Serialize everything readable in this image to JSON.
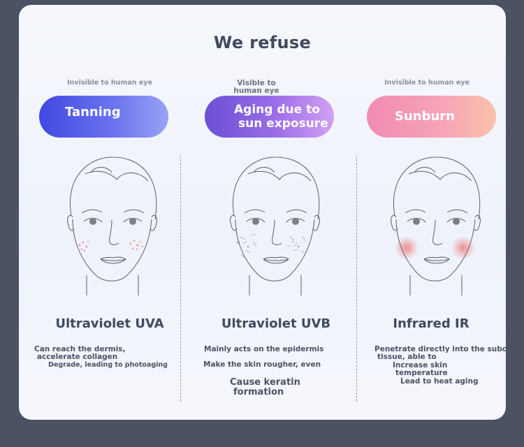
{
  "title": "We refuse",
  "columns": [
    {
      "visibility": "Invisible to human eye",
      "pill_label": "Tanning",
      "ray_name": "Ultraviolet UVA",
      "descriptions": [
        "Can reach the dermis,",
        "accelerate collagen",
        "Degrade, leading to photoaging"
      ],
      "colors": {
        "pill_start": "#4148e3",
        "pill_end": "#97a2f6",
        "marks": "#e36a6a"
      }
    },
    {
      "visibility_lines": [
        "Visible to",
        "human eye"
      ],
      "pill_lines": [
        "Aging due to",
        "sun exposure"
      ],
      "ray_name": "Ultraviolet UVB",
      "descriptions": [
        "Mainly acts on the epidermis",
        "Make the skin rougher, even",
        "Cause keratin",
        "formation"
      ],
      "colors": {
        "pill_start": "#6b4fd4",
        "pill_end": "#d2a0f4",
        "marks": "#8a8f9b"
      }
    },
    {
      "visibility": "Invisible to human eye",
      "pill_label": "Sunburn",
      "ray_name": "Infrared IR",
      "descriptions": [
        "Penetrate directly into the subcutaneous",
        "tissue, able to",
        "Increase skin",
        "temperature",
        "Lead to heat aging"
      ],
      "colors": {
        "pill_start": "#f28ab2",
        "pill_end": "#fbc2ab",
        "marks": "#ef7f7f"
      }
    }
  ]
}
